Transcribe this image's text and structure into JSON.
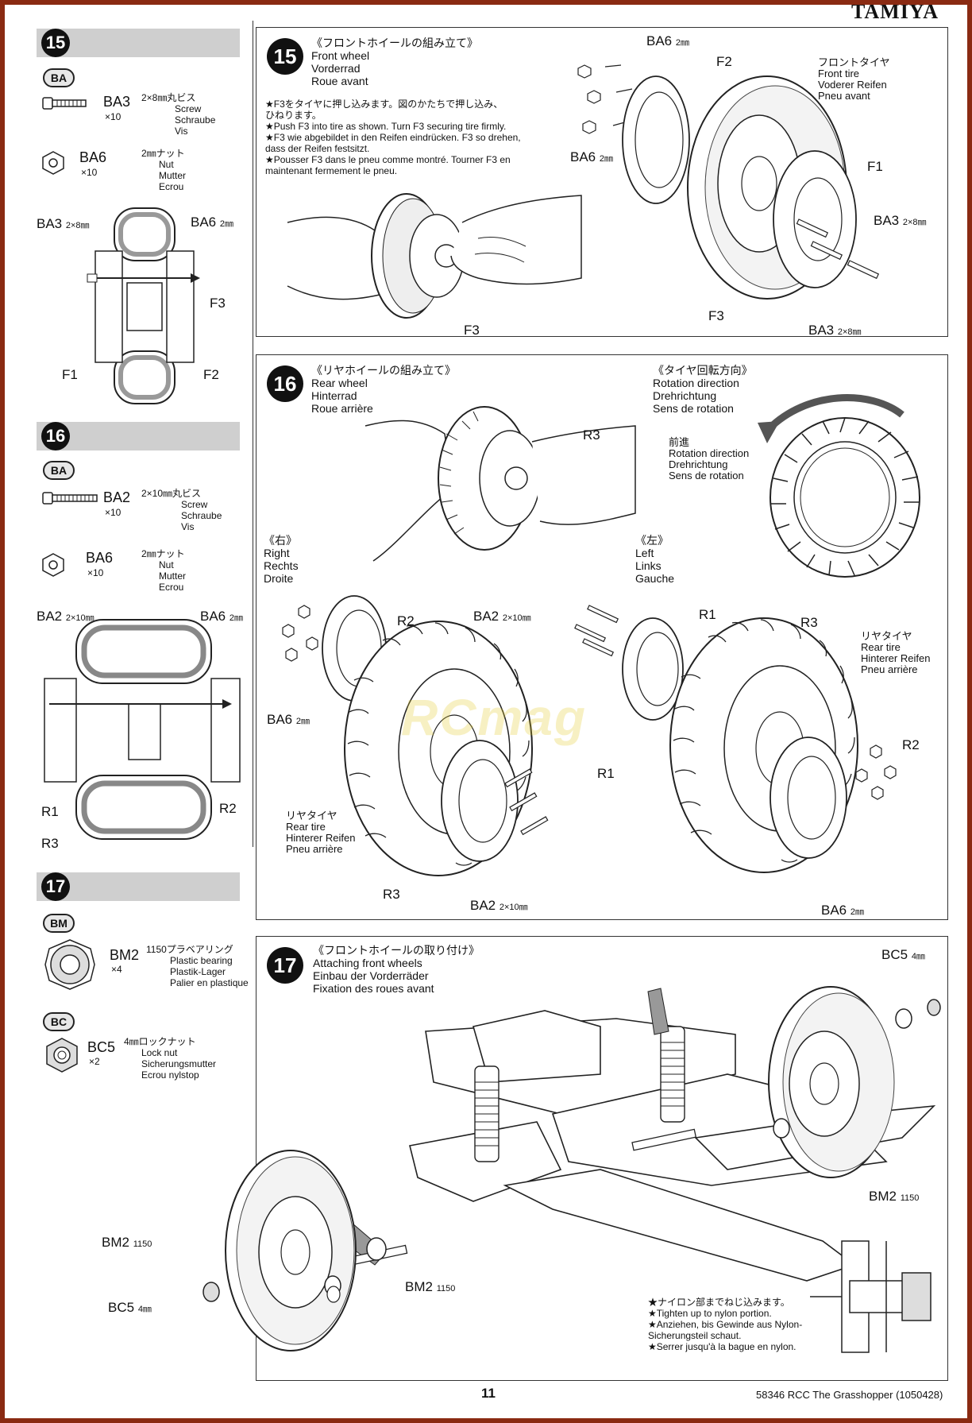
{
  "brand": "TAMIYA",
  "page_number": "11",
  "footer_ref": "58346  RCC The Grasshopper (1050428)",
  "watermark": "RCmag",
  "left_column": {
    "step15": {
      "number": "15",
      "bag": "BA",
      "parts": [
        {
          "code": "BA3",
          "qty": "×10",
          "size_jp": "2×8㎜丸ビス",
          "en": "Screw",
          "de": "Schraube",
          "fr": "Vis"
        },
        {
          "code": "BA6",
          "qty": "×10",
          "size_jp": "2㎜ナット",
          "en": "Nut",
          "de": "Mutter",
          "fr": "Ecrou"
        }
      ],
      "diagram_labels": {
        "ba3": "BA3",
        "ba3_size": "2×8㎜",
        "ba6": "BA6",
        "ba6_size": "2㎜",
        "f3": "F3",
        "f1": "F1",
        "f2": "F2"
      }
    },
    "step16": {
      "number": "16",
      "bag": "BA",
      "parts": [
        {
          "code": "BA2",
          "qty": "×10",
          "size_jp": "2×10㎜丸ビス",
          "en": "Screw",
          "de": "Schraube",
          "fr": "Vis"
        },
        {
          "code": "BA6",
          "qty": "×10",
          "size_jp": "2㎜ナット",
          "en": "Nut",
          "de": "Mutter",
          "fr": "Ecrou"
        }
      ],
      "diagram_labels": {
        "ba2": "BA2",
        "ba2_size": "2×10㎜",
        "ba6": "BA6",
        "ba6_size": "2㎜",
        "r1": "R1",
        "r2": "R2",
        "r3": "R3"
      }
    },
    "step17": {
      "number": "17",
      "bags": [
        {
          "bag": "BM",
          "code": "BM2",
          "qty": "×4",
          "size_jp": "1150プラベアリング",
          "en": "Plastic bearing",
          "de": "Plastik-Lager",
          "fr": "Palier en plastique"
        },
        {
          "bag": "BC",
          "code": "BC5",
          "qty": "×2",
          "size_jp": "4㎜ロックナット",
          "en": "Lock nut",
          "de": "Sicherungsmutter",
          "fr": "Ecrou nylstop"
        }
      ]
    }
  },
  "panel15": {
    "number": "15",
    "title_jp": "《フロントホイールの組み立て》",
    "title_en": "Front wheel",
    "title_de": "Vorderrad",
    "title_fr": "Roue avant",
    "notes": [
      "★F3をタイヤに押し込みます。図のかたちで押し込み、",
      "ひねります。",
      "★Push F3 into tire as shown. Turn F3 securing tire firmly.",
      "★F3 wie abgebildet in den Reifen eindrücken. F3 so drehen,",
      "dass der Reifen festsitzt.",
      "★Pousser F3 dans le pneu comme montré. Tourner F3 en",
      "maintenant fermement le pneu."
    ],
    "tire_jp": "フロントタイヤ",
    "tire_en": "Front tire",
    "tire_de": "Voderer Reifen",
    "tire_fr": "Pneu avant",
    "labels": {
      "ba6": "BA6",
      "ba6_size": "2㎜",
      "f2": "F2",
      "f1": "F1",
      "f3": "F3",
      "ba3": "BA3",
      "ba3_size": "2×8㎜"
    }
  },
  "panel16": {
    "number": "16",
    "title_jp": "《リヤホイールの組み立て》",
    "title_en": "Rear wheel",
    "title_de": "Hinterrad",
    "title_fr": "Roue arrière",
    "rotation_jp": "《タイヤ回転方向》",
    "rotation_en": "Rotation direction",
    "rotation_de": "Drehrichtung",
    "rotation_fr": "Sens de rotation",
    "forward_jp": "前進",
    "forward_en": "Rotation direction",
    "forward_de": "Drehrichtung",
    "forward_fr": "Sens de rotation",
    "right_jp": "《右》",
    "right_en": "Right",
    "right_de": "Rechts",
    "right_fr": "Droite",
    "left_jp": "《左》",
    "left_en": "Left",
    "left_de": "Links",
    "left_fr": "Gauche",
    "rear_tire_jp": "リヤタイヤ",
    "rear_tire_en": "Rear tire",
    "rear_tire_de": "Hinterer Reifen",
    "rear_tire_fr": "Pneu arrière",
    "labels": {
      "r1": "R1",
      "r2": "R2",
      "r3": "R3",
      "ba2": "BA2",
      "ba2_size": "2×10㎜",
      "ba6": "BA6",
      "ba6_size": "2㎜"
    }
  },
  "panel17": {
    "number": "17",
    "title_jp": "《フロントホイールの取り付け》",
    "title_en": "Attaching front wheels",
    "title_de": "Einbau der Vorderräder",
    "title_fr": "Fixation des roues avant",
    "notes": [
      "★ナイロン部までねじ込みます。",
      "★Tighten up to nylon portion.",
      "★Anziehen, bis Gewinde aus Nylon-",
      "Sicherungsteil schaut.",
      "★Serrer jusqu'à la bague en nylon."
    ],
    "labels": {
      "bc5": "BC5",
      "bc5_size": "4㎜",
      "bm2": "BM2",
      "bm2_size": "1150"
    }
  }
}
